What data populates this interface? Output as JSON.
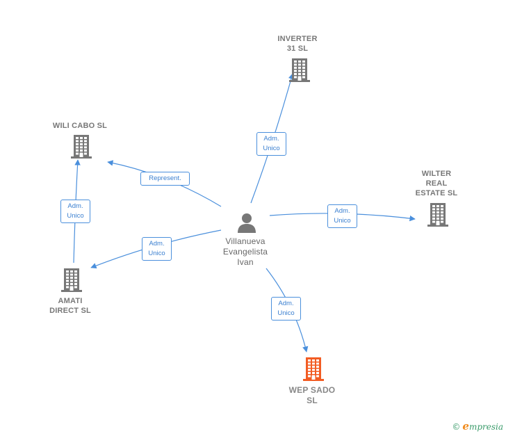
{
  "center": {
    "name": "Villanueva\nEvangelista\nIvan",
    "icon": "person-icon"
  },
  "companies": [
    {
      "id": "inverter",
      "name": "INVERTER\n31  SL",
      "icon": "building-icon",
      "color": "#777777"
    },
    {
      "id": "wili",
      "name": "WILI CABO  SL",
      "icon": "building-icon",
      "color": "#777777"
    },
    {
      "id": "wilter",
      "name": "WILTER\nREAL\nESTATE  SL",
      "icon": "building-icon",
      "color": "#777777"
    },
    {
      "id": "amati",
      "name": "AMATI\nDIRECT SL",
      "icon": "building-icon",
      "color": "#777777"
    },
    {
      "id": "wep",
      "name": "WEP SADO\nSL",
      "icon": "building-icon",
      "color": "#f25c23"
    }
  ],
  "relations": [
    {
      "from": "center",
      "to": "inverter",
      "label": "Adm.\nUnico"
    },
    {
      "from": "center",
      "to": "wili",
      "label": "Represent."
    },
    {
      "from": "center",
      "to": "wilter",
      "label": "Adm.\nUnico"
    },
    {
      "from": "center",
      "to": "amati",
      "label": "Adm.\nUnico"
    },
    {
      "from": "center",
      "to": "wep",
      "label": "Adm.\nUnico"
    },
    {
      "from": "amati",
      "to": "wili",
      "label": "Adm.\nUnico"
    }
  ],
  "colors": {
    "edge": "#4a8fdc",
    "building": "#777777",
    "focus_building": "#f25c23",
    "person": "#777777"
  },
  "watermark": {
    "copyright": "©",
    "brand_initial": "e",
    "brand_rest": "mpresia"
  }
}
